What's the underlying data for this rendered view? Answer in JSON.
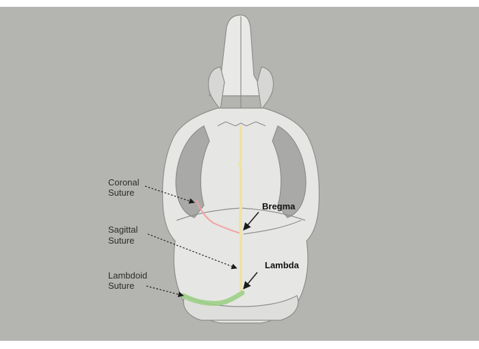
{
  "colors": {
    "background": "#b4b5b1",
    "bone": "#e6e6e4",
    "bone_outline": "#8c8c8a",
    "coronal_suture": "#f2a0a0",
    "sagittal_suture": "#efe3a2",
    "lambdoid_suture": "#9ccf86",
    "arrow": "#1a1a1a"
  },
  "labels": {
    "coronal": [
      "Coronal",
      "Suture"
    ],
    "sagittal": [
      "Sagittal",
      "Suture"
    ],
    "lambdoid": [
      "Lambdoid",
      "Suture"
    ],
    "bregma": "Bregma",
    "lambda": "Lambda"
  }
}
